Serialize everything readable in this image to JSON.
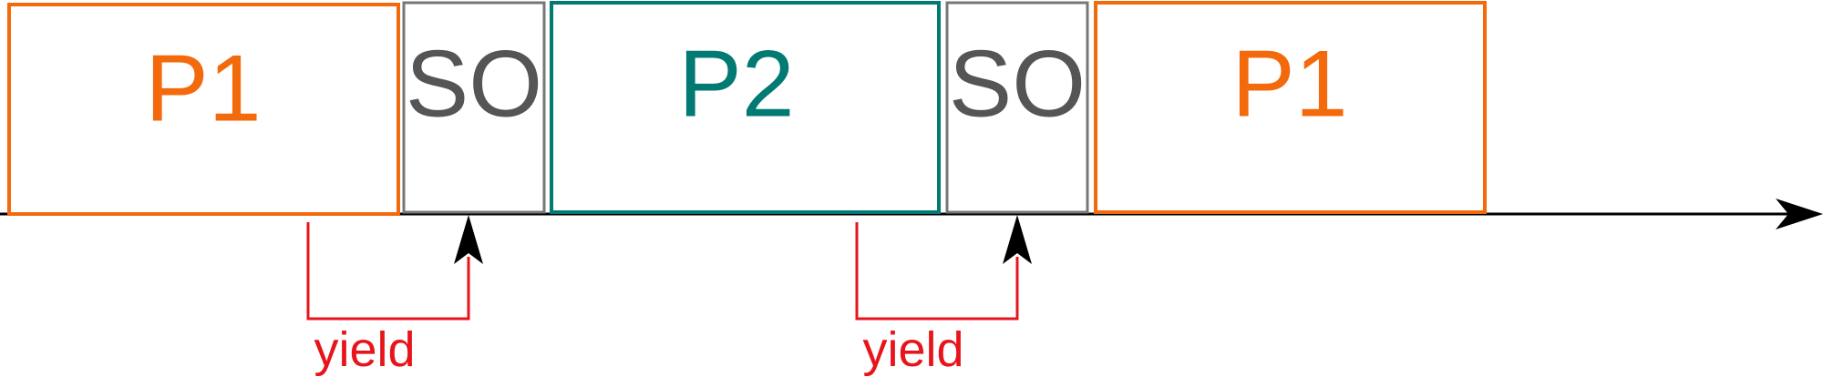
{
  "colors": {
    "p1": "#F36A0D",
    "p2": "#007A73",
    "switch_overhead": "#555555",
    "switch_border": "#777777",
    "timeline": "#000000",
    "yield": "#E8141B"
  },
  "blocks": [
    {
      "id": "p1-first",
      "label": "P1",
      "kind": "process",
      "color_key": "p1"
    },
    {
      "id": "so-first",
      "label": "SO",
      "kind": "switch",
      "color_key": "switch_overhead"
    },
    {
      "id": "p2",
      "label": "P2",
      "kind": "process",
      "color_key": "p2"
    },
    {
      "id": "so-second",
      "label": "SO",
      "kind": "switch",
      "color_key": "switch_overhead"
    },
    {
      "id": "p1-second",
      "label": "P1",
      "kind": "process",
      "color_key": "p1"
    }
  ],
  "yields": [
    {
      "label": "yield"
    },
    {
      "label": "yield"
    }
  ]
}
